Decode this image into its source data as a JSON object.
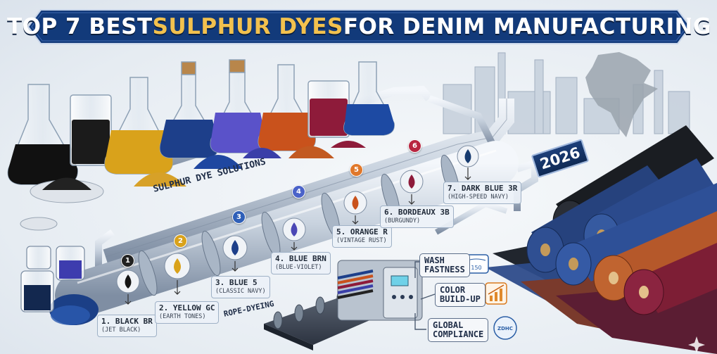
{
  "title": {
    "part1": "TOP 7 BEST ",
    "highlight": "SULPHUR DYES",
    "part2": " FOR DENIM MANUFACTURING"
  },
  "solutions_label": "SULPHUR DYE SOLUTIONS",
  "process_label": "ROPE-DYEING",
  "year": "2026",
  "dyes": [
    {
      "number": "1",
      "name": "1. BLACK BR",
      "note": "(JET BLACK)",
      "color": "#141414"
    },
    {
      "number": "2",
      "name": "2. YELLOW GC",
      "note": "(EARTH TONES)",
      "color": "#d9a21b"
    },
    {
      "number": "3",
      "name": "3. BLUE 5",
      "note": "(CLASSIC NAVY)",
      "color": "#1d3f8a"
    },
    {
      "number": "4",
      "name": "4. BLUE BRN",
      "note": "(BLUE-VIOLET)",
      "color": "#4b47b5"
    },
    {
      "number": "5",
      "name": "5. ORANGE R",
      "note": "(VINTAGE RUST)",
      "color": "#c9521c"
    },
    {
      "number": "6",
      "name": "6. BORDEAUX 3B",
      "note": "(BURGUNDY)",
      "color": "#8e1b3a"
    },
    {
      "number": "",
      "name": "7. DARK BLUE 3R",
      "note": "(HIGH-SPEED NAVY)",
      "color": "#163a6e"
    }
  ],
  "features": [
    {
      "label_line1": "WASH",
      "label_line2": "FASTNESS",
      "icon": "wash-tub-icon",
      "icon_text": "150"
    },
    {
      "label_line1": "COLOR",
      "label_line2": "BUILD-UP",
      "icon": "growth-chart-icon",
      "icon_text": ""
    },
    {
      "label_line1": "GLOBAL",
      "label_line2": "COMPLIANCE",
      "icon": "zdhc-seal-icon",
      "icon_text": "ZDHC"
    }
  ],
  "colors": {
    "banner": "#12336b",
    "banner_highlight": "#f2c14e",
    "badge_colors": [
      "#222222",
      "#d9a21b",
      "#2f5fb8",
      "#4b63c9",
      "#e0782b",
      "#b8243f"
    ]
  }
}
